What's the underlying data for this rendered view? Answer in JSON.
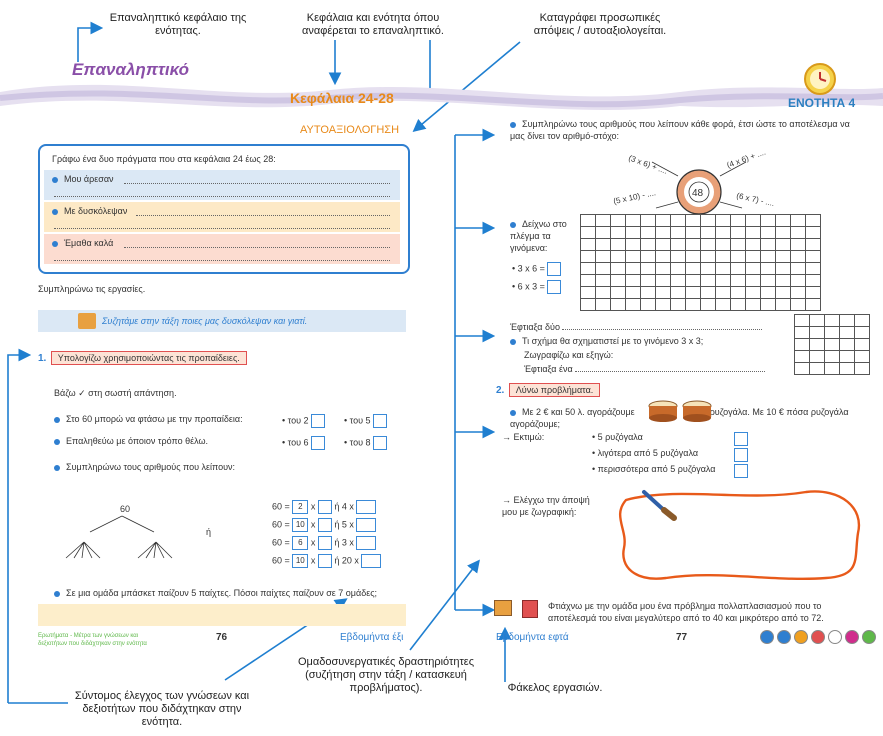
{
  "callouts": {
    "revision_chapter": "Επαναληπτικό κεφάλαιο της ενότητας.",
    "chapters_unit": "Κεφάλαια και ενότητα όπου αναφέρεται το επαναληπτικό.",
    "self_assessment": "Καταγράφει προσωπικές απόψεις / αυτοαξιολογείται.",
    "quick_check": "Σύντομος έλεγχος των γνώσεων και δεξιοτήτων που διδάχτηκαν στην ενότητα.",
    "group_activities": "Ομαδοσυνεργατικές δραστηριότητες (συζήτηση στην τάξη / κατασκευή προβλήματος).",
    "folder": "Φάκελος εργασιών."
  },
  "header": {
    "left": "Επαναληπτικό",
    "mid": "Κεφάλαια 24-28",
    "right": "ΕΝΟΤΗΤΑ 4"
  },
  "left_page": {
    "self_title": "ΑΥΤΟΑΞΙΟΛΟΓΗΣΗ",
    "self_prompt": "Γράφω ένα δυο πράγματα που στα κεφάλαια 24 έως 28:",
    "liked": "Μου άρεσαν",
    "struggled": "Με δυσκόλεψαν",
    "learned": "Έμαθα καλά",
    "complete_tasks": "Συμπληρώνω τις εργασίες.",
    "discuss": "Συζητάμε στην τάξη ποιες μας δυσκόλεψαν και γιατί.",
    "task1_num": "1.",
    "task1_title": "Υπολογίζω χρησιμοποιώντας τις προπαίδειες.",
    "tick_instr": "Βάζω ✓ στη σωστή απάντηση.",
    "q1": "Στο 60 μπορώ να φτάσω με την προπαίδεια:",
    "q1_a": "• του 2",
    "q1_b": "• του 5",
    "q2": "Επαληθεύω με όποιον τρόπο θέλω.",
    "q2_a": "• του 6",
    "q2_b": "• του 8",
    "q3": "Συμπληρώνω τους αριθμούς που λείπουν:",
    "tree_top": "60",
    "or_label": "ή",
    "eq_rows": [
      {
        "lhs": "60 =",
        "a": "2",
        "x": "x",
        "or": "ή",
        "b": "4 x"
      },
      {
        "lhs": "60 =",
        "a": "10",
        "x": "x",
        "or": "ή",
        "b": "5 x"
      },
      {
        "lhs": "60 =",
        "a": "6",
        "x": "x",
        "or": "ή",
        "b": "3 x"
      },
      {
        "lhs": "60 =",
        "a": "10",
        "x": "x",
        "or": "ή",
        "b": "20 x"
      }
    ],
    "q4": "Σε μια ομάδα μπάσκετ παίζουν 5 παίχτες. Πόσοι παίχτες παίζουν σε 7 ομάδες;",
    "footer_note": "Ερωτήματα - Μέτρα των γνώσεων και δεξιοτήτων που διδάχτηκαν στην ενότητα",
    "page_num": "76",
    "page_word": "Εβδομήντα έξι"
  },
  "right_page": {
    "fill_missing": "Συμπληρώνω τους αριθμούς που λείπουν κάθε φορά, έτσι ώστε το αποτέλεσμα να μας δίνει τον αριθμό-στόχο:",
    "target": "48",
    "spoke1": "(3 x 6) + ....",
    "spoke2": "(4 x 6) + ....",
    "spoke3": "(5 x 10) - ....",
    "spoke4": "(6 x 7) - ....",
    "show_grid": "Δείχνω στο πλέγμα τα γινόμενα:",
    "prod1": "• 3 x 6 =",
    "prod2": "• 6 x 3 =",
    "made_two": "Έφτιαξα δύο",
    "shape_q": "Τι σχήμα θα σχηματιστεί με το γινόμενο 3 x 3;",
    "draw_explain": "Ζωγραφίζω και εξηγώ:",
    "made_one": "Έφτιαξα ένα",
    "task2_num": "2.",
    "task2_title": "Λύνω προβλήματα.",
    "problem": "Με 2 € και 50 λ. αγοράζουμε",
    "problem_b": "ρυζογάλα. Με 10 € πόσα ρυζογάλα αγοράζουμε;",
    "estimate": "→ Εκτιμώ:",
    "opt1": "• 5 ρυζόγαλα",
    "opt2": "• λιγότερα από 5 ρυζόγαλα",
    "opt3": "• περισσότερα από 5 ρυζόγαλα",
    "check_drawing": "→ Ελέγχω την άποψή μου με ζωγραφική:",
    "create_problem": "Φτιάχνω με την ομάδα μου ένα πρόβλημα πολλαπλασιασμού που το αποτέλεσμά του είναι μεγαλύτερο από το 40 και μικρότερο από το 72.",
    "page_word": "Εβδομήντα εφτά",
    "page_num": "77"
  },
  "colors": {
    "accent_blue": "#2f7fd0",
    "accent_orange": "#e88a1a",
    "red": "#e05050",
    "swatches": [
      "#2f7fd0",
      "#2f7fd0",
      "#f0a020",
      "#e05050",
      "#ffffff",
      "#d02d8c",
      "#5fb84a"
    ]
  }
}
